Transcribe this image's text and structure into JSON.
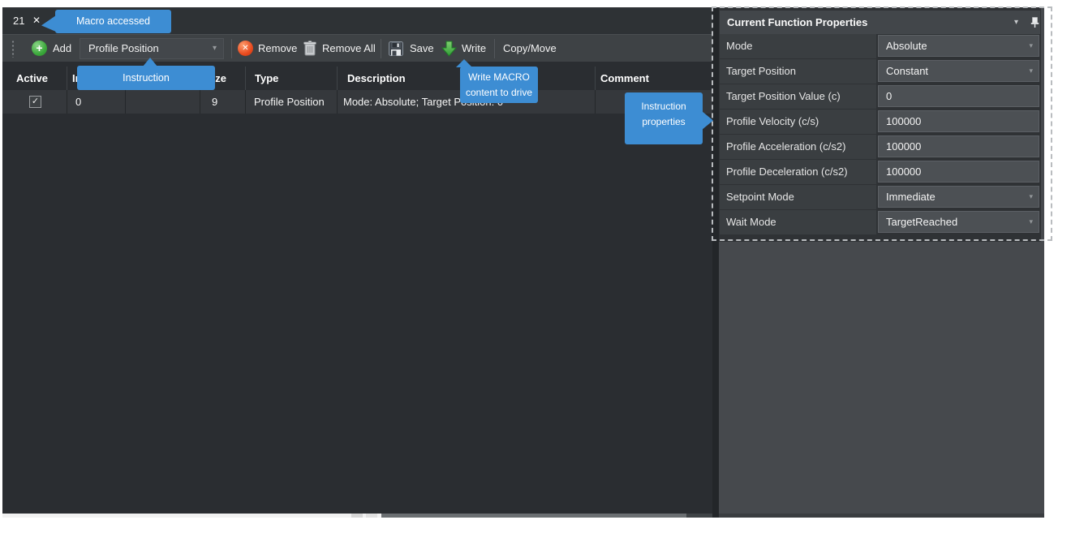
{
  "tab": {
    "label": "21"
  },
  "icons": {
    "close": "✕",
    "dropdown_arrow": "▾",
    "check": "✓",
    "plus": "+",
    "cross": "✕"
  },
  "toolbar": {
    "add_label": "Add",
    "instruction_dropdown_value": "Profile Position",
    "remove_label": "Remove",
    "remove_all_label": "Remove All",
    "save_label": "Save",
    "write_label": "Write",
    "copy_move_label": "Copy/Move"
  },
  "table": {
    "columns": {
      "active": "Active",
      "index": "Index",
      "col3": "",
      "size": "Size",
      "type": "Type",
      "description": "Description",
      "comment": "Comment"
    },
    "row": {
      "active_checked": true,
      "index": "0",
      "col3": "",
      "size": "9",
      "type": "Profile Position",
      "description": "Mode: Absolute; Target Position: 0",
      "comment": ""
    }
  },
  "panel": {
    "title": "Current Function Properties",
    "rows": [
      {
        "label": "Mode",
        "value": "Absolute",
        "type": "dropdown"
      },
      {
        "label": "Target Position",
        "value": "Constant",
        "type": "dropdown"
      },
      {
        "label": "Target Position Value (c)",
        "value": "0",
        "type": "input"
      },
      {
        "label": "Profile Velocity (c/s)",
        "value": "100000",
        "type": "input"
      },
      {
        "label": "Profile Acceleration (c/s2)",
        "value": "100000",
        "type": "input"
      },
      {
        "label": "Profile Deceleration (c/s2)",
        "value": "100000",
        "type": "input"
      },
      {
        "label": "Setpoint Mode",
        "value": "Immediate",
        "type": "dropdown"
      },
      {
        "label": "Wait Mode",
        "value": "TargetReached",
        "type": "dropdown"
      }
    ]
  },
  "callouts": {
    "macro_accessed": "Macro accessed",
    "instruction": "Instruction",
    "write_macro_line1": "Write MACRO",
    "write_macro_line2": "content to drive",
    "instruction_properties_line1": "Instruction",
    "instruction_properties_line2": "properties"
  },
  "colors": {
    "callout_blue": "#3d8dd3",
    "add_green": "#3aa83a",
    "remove_red": "#e8491d",
    "dark_bg": "#2a2d31",
    "toolbar_bg": "#3e4245",
    "panel_field_bg": "#4c5054"
  }
}
